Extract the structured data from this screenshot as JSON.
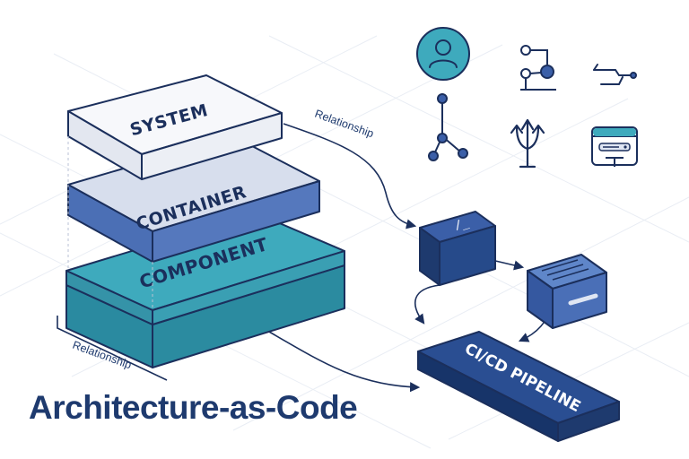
{
  "title": "Architecture-as-Code",
  "layers": {
    "system": "SYSTEM",
    "container": "CONTAINER",
    "component": "COMPONENT"
  },
  "relationship_labels": [
    "Relationship",
    "Relationship"
  ],
  "pipeline": {
    "label": "CI/CD PIPELINE"
  },
  "terminal_prompt": "/_",
  "icons": [
    "user-icon",
    "git-branch-icon",
    "git-commit-icon",
    "git-merge-icon",
    "trident-icon",
    "server-icon",
    "terminal-cube-icon",
    "storage-cube-icon"
  ],
  "colors": {
    "navy": "#1e3a6e",
    "teal": "#3eaabd",
    "steel": "#4b6fb5",
    "light": "#f3f5fa",
    "stroke": "#1b2f5c"
  }
}
